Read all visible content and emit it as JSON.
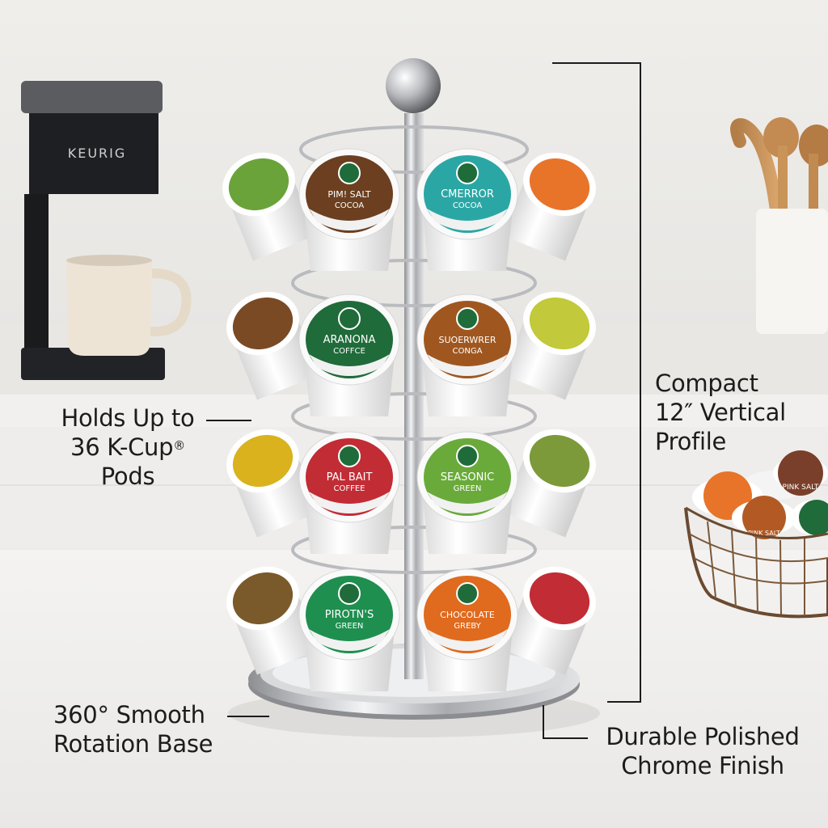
{
  "scene": {
    "machine_brand": "KEURIG",
    "pods": [
      {
        "name": "PIM! SALT",
        "sub": "COCOA",
        "color": "#6b3f1f"
      },
      {
        "name": "CMERROR",
        "sub": "COCOA",
        "color": "#2aa7a5"
      },
      {
        "name": "ARANONA",
        "sub": "COFFCE",
        "color": "#1f6b3a"
      },
      {
        "name": "SUOERWRER",
        "sub": "CONGA",
        "color": "#a0571f"
      },
      {
        "name": "PAL BAIT",
        "sub": "COFFEE",
        "color": "#c22c35"
      },
      {
        "name": "SEASONIC",
        "sub": "GREEN",
        "color": "#6aaa3a"
      },
      {
        "name": "PIROTN'S",
        "sub": "GREEN",
        "color": "#1e8f4f"
      },
      {
        "name": "CHOCOLATE",
        "sub": "GREBY",
        "color": "#e06a1e"
      }
    ],
    "basket_pods": [
      {
        "name": "PINK SALT",
        "color": "#7a3f2a"
      },
      {
        "name": "PINK SALT",
        "color": "#b35a24"
      }
    ]
  },
  "callouts": {
    "holds": {
      "line1": "Holds Up to",
      "line2": "36 K-Cup",
      "reg": "®",
      "line3": "Pods"
    },
    "compact": {
      "line1": "Compact",
      "line2": "12″ Vertical",
      "line3": "Profile"
    },
    "rotation": {
      "line1": "360° Smooth",
      "line2": "Rotation Base"
    },
    "chrome": {
      "line1": "Durable Polished",
      "line2": "Chrome Finish"
    }
  }
}
